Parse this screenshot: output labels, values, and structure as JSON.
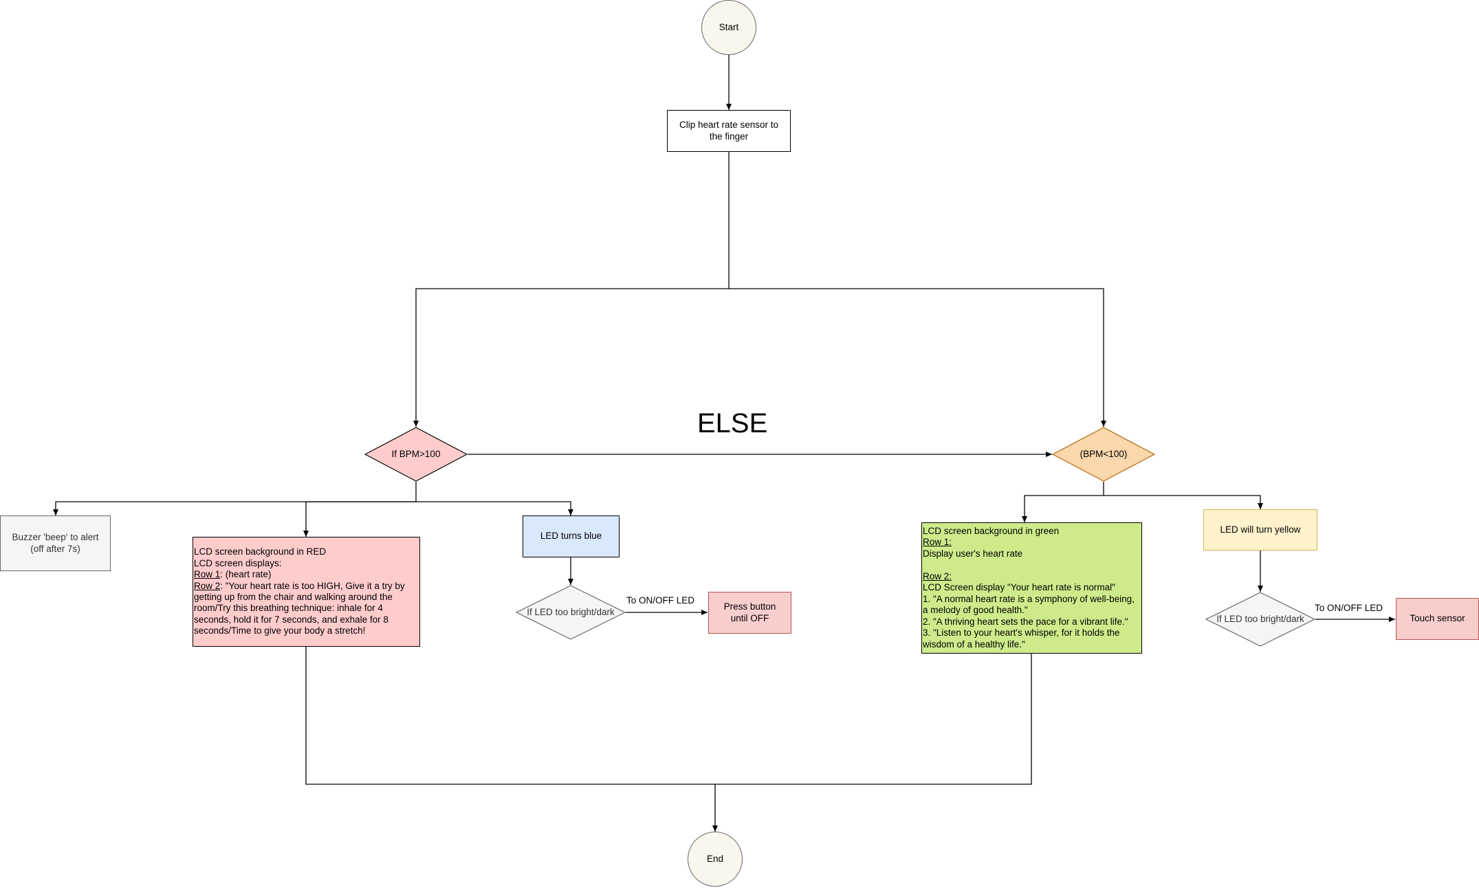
{
  "start": "Start",
  "end": "End",
  "clip": "Clip heart rate sensor to the finger",
  "else_label": "ELSE",
  "cond_high": "If BPM>100",
  "cond_low": "(BPM<100)",
  "buzzer": "Buzzer 'beep' to alert (off after 7s)",
  "red_lcd": {
    "line1": "LCD screen background in RED",
    "line2": "LCD screen displays:",
    "row1_label": "Row 1",
    "row1_text": ": (heart rate)",
    "row2_label": "Row 2",
    "row2_text": ": \"Your heart rate is too HIGH, Give it a try by getting up from the chair and walking around the room/Try this breathing technique: inhale for 4 seconds, hold it for 7 seconds, and exhale for 8 seconds/Time to give your body a stretch!"
  },
  "led_blue": "LED turns blue",
  "led_check_left": "If LED too bright/dark",
  "to_onoff_left": "To ON/OFF LED",
  "press_button": "Press button until OFF",
  "green_lcd": {
    "line1": "LCD screen background in green",
    "row1_label": "Row 1:",
    "row1_text": "Display user's heart rate",
    "row2_label": "Row 2:",
    "row2_text": "LCD Screen display \"Your heart rate is normal\"",
    "item1": "1. \"A normal heart rate is a symphony of well-being, a melody of good health.\"",
    "item2": "2. \"A thriving heart sets the pace for a vibrant life.\"",
    "item3": "3. \"Listen to your heart's whisper, for it holds the wisdom of a healthy life.\""
  },
  "led_yellow": "LED will turn yellow",
  "led_check_right": "If LED too bright/dark",
  "to_onoff_right": "To ON/OFF LED",
  "touch_sensor": "Touch sensor",
  "colors": {
    "red_fill": "#ffcccc",
    "pink_fill": "#f8cecc",
    "blue_fill": "#dae8fc",
    "green_fill": "#cdeb8b",
    "orange_fill": "#fad7ac",
    "yellow_fill": "#fff2cc",
    "gray_fill": "#f5f5f5",
    "circle_fill": "#f9f7ed"
  }
}
